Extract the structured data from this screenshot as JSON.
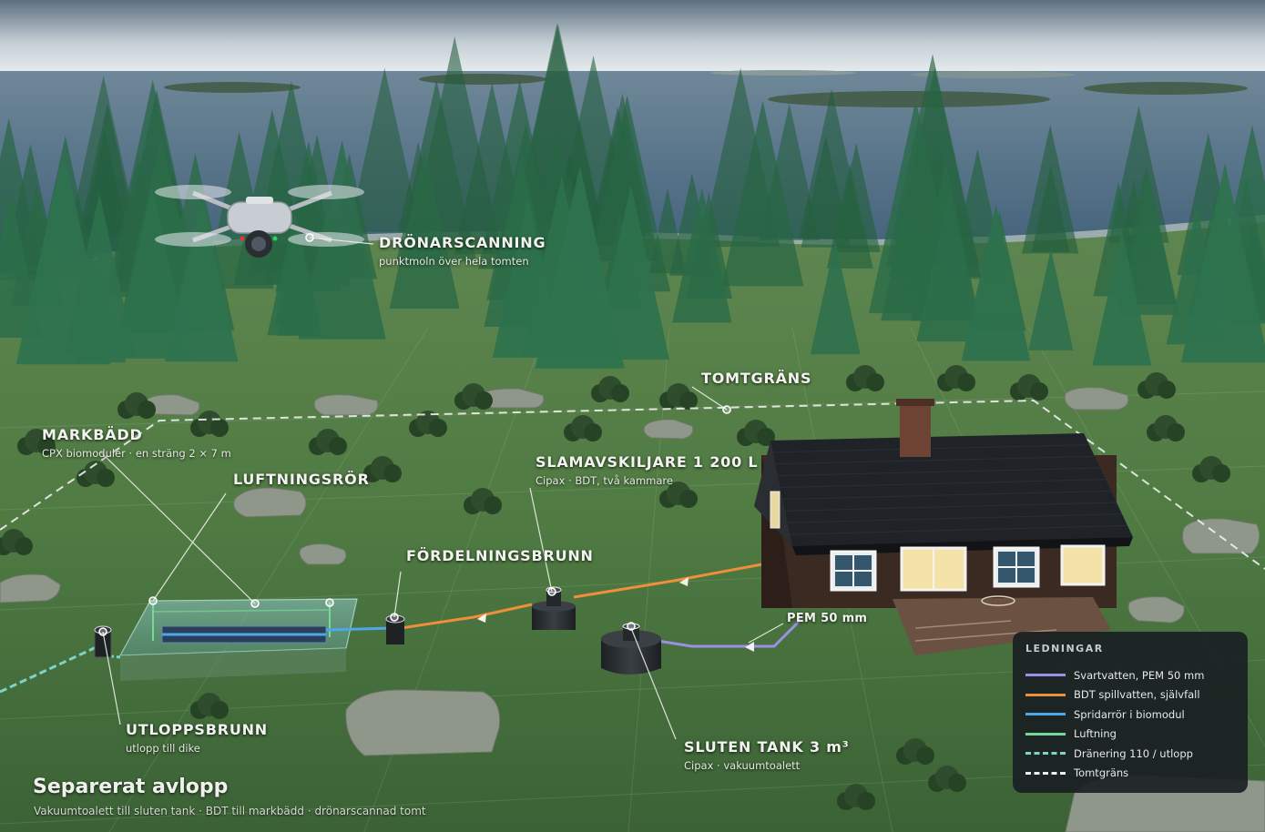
{
  "colors": {
    "svartvatten": "#9b8fe6",
    "bdt": "#ef8e3b",
    "spridarror": "#4ea7e6",
    "luftning": "#78d89a",
    "dranering": "#7ed2c6",
    "tomtgrans": "#eeeeee"
  },
  "callouts": {
    "dronarscanning": {
      "title": "DRÖNARSCANNING",
      "sub": "punktmoln över hela tomten"
    },
    "tomtgrans": {
      "title": "TOMTGRÄNS"
    },
    "markbadd": {
      "title": "MARKBÄDD",
      "sub": "CPX biomoduler · en sträng 2 × 7 m"
    },
    "luftningsror": {
      "title": "LUFTNINGSRÖR"
    },
    "slamavskiljare": {
      "title": "SLAMAVSKILJARE 1 200 L",
      "sub": "Cipax · BDT, två kammare"
    },
    "fordelningsbrunn": {
      "title": "FÖRDELNINGSBRUNN"
    },
    "pem": {
      "title": "PEM 50 mm"
    },
    "utloppsbrunn": {
      "title": "UTLOPPSBRUNN",
      "sub": "utlopp till dike"
    },
    "sluten_tank": {
      "title": "SLUTEN TANK 3 m³",
      "sub": "Cipax · vakuumtoalett"
    }
  },
  "page": {
    "title": "Separerat avlopp",
    "subtitle": "Vakuumtoalett till sluten tank · BDT till markbädd · drönarscannad tomt"
  },
  "legend": {
    "heading": "LEDNINGAR",
    "items": [
      {
        "label": "Svartvatten, PEM 50 mm",
        "color_key": "svartvatten",
        "style": "solid"
      },
      {
        "label": "BDT spillvatten, självfall",
        "color_key": "bdt",
        "style": "solid"
      },
      {
        "label": "Spridarrör i biomodul",
        "color_key": "spridarror",
        "style": "solid"
      },
      {
        "label": "Luftning",
        "color_key": "luftning",
        "style": "solid"
      },
      {
        "label": "Dränering 110 / utlopp",
        "color_key": "dranering",
        "style": "dashed"
      },
      {
        "label": "Tomtgräns",
        "color_key": "tomtgrans",
        "style": "dashed"
      }
    ]
  }
}
